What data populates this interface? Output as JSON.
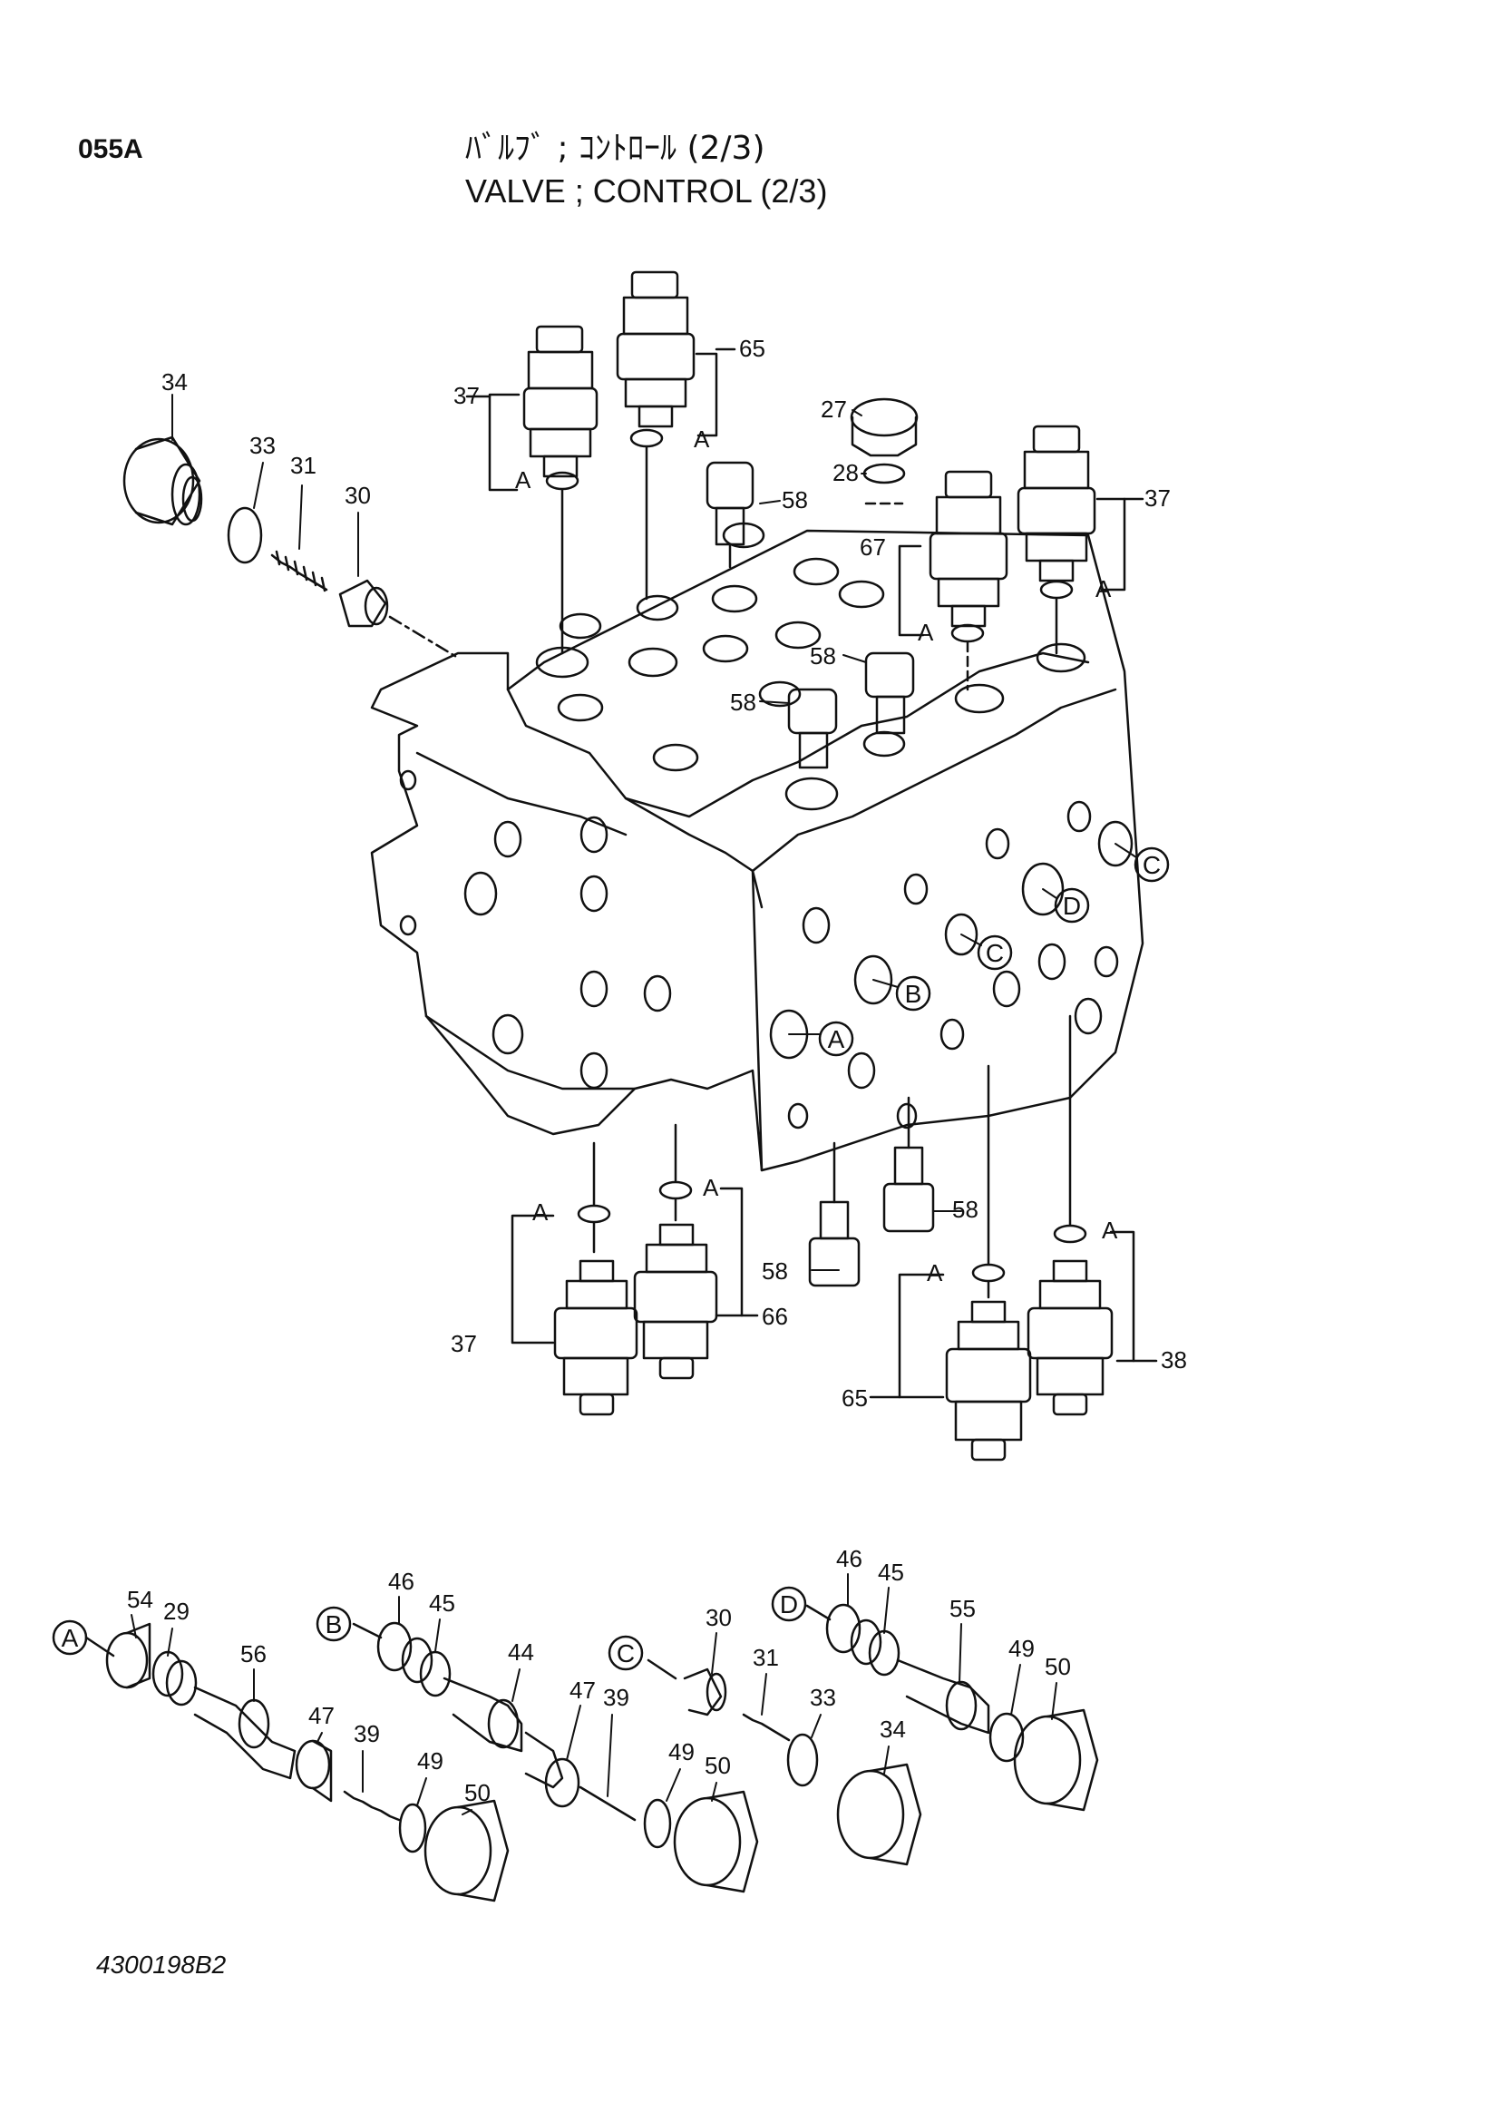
{
  "header": {
    "page_code": "055A",
    "title_jp": "ﾊﾞﾙﾌﾞ ; ｺﾝﾄﾛｰﾙ (2/3)",
    "title_en": "VALVE ; CONTROL (2/3)"
  },
  "footer": {
    "drawing_number": "4300198B2"
  },
  "callouts": {
    "c34a": "34",
    "c33a": "33",
    "c31a": "31",
    "c30a": "30",
    "c37a": "37",
    "c65a": "65",
    "cA1": "A",
    "cA2": "A",
    "c27": "27",
    "c28": "28",
    "c58a": "58",
    "c67": "67",
    "c37b": "37",
    "cA3": "A",
    "cA4": "A",
    "c58b": "58",
    "c58c": "58",
    "cA5": "A",
    "cA6": "A",
    "c37c": "37",
    "c66": "66",
    "c58d": "58",
    "c58e": "58",
    "cA7": "A",
    "c65b": "65",
    "cA8": "A",
    "c38": "38",
    "c54": "54",
    "c29": "29",
    "c56": "56",
    "c47a": "47",
    "c39a": "39",
    "c49a": "49",
    "c50a": "50",
    "c46a": "46",
    "c45a": "45",
    "c44": "44",
    "c47b": "47",
    "c39b": "39",
    "c49b": "49",
    "c50b": "50",
    "c30b": "30",
    "c31b": "31",
    "c33b": "33",
    "c34b": "34",
    "c46b": "46",
    "c45b": "45",
    "c55": "55",
    "c49c": "49",
    "c50c": "50"
  },
  "port_letters": {
    "portA": "A",
    "portB": "B",
    "portC1": "C",
    "portD": "D",
    "portC2": "C",
    "explA": "A",
    "explB": "B",
    "explC": "C",
    "explD": "D"
  }
}
